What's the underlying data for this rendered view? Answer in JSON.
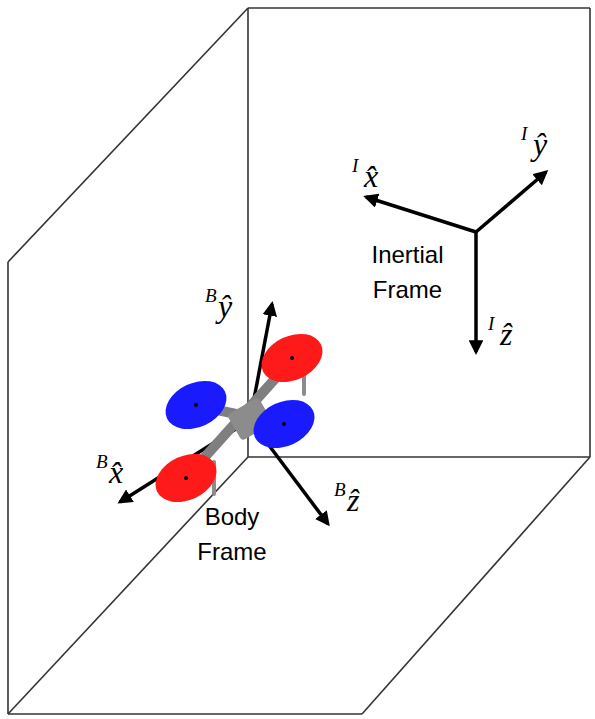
{
  "diagram": {
    "labels": [
      "I",
      "x̂",
      "I",
      "ŷ",
      "I",
      "ẑ",
      "Inertial Frame",
      "B",
      "ŷ",
      "B",
      "x̂",
      "B",
      "ẑ",
      "Body Frame"
    ]
  }
}
